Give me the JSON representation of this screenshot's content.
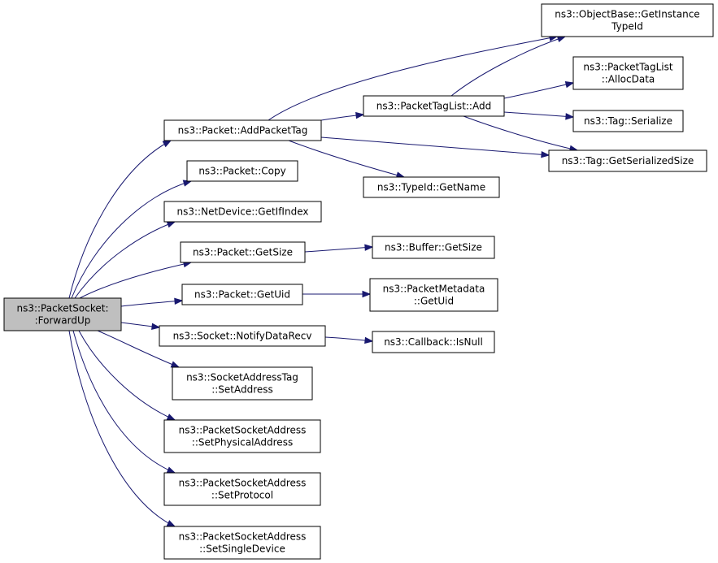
{
  "root": {
    "lines": [
      "ns3::PacketSocket:",
      ":ForwardUp"
    ]
  },
  "callees": [
    {
      "lines": [
        "ns3::Packet::AddPacketTag"
      ]
    },
    {
      "lines": [
        "ns3::Packet::Copy"
      ]
    },
    {
      "lines": [
        "ns3::NetDevice::GetIfIndex"
      ]
    },
    {
      "lines": [
        "ns3::Packet::GetSize"
      ]
    },
    {
      "lines": [
        "ns3::Packet::GetUid"
      ]
    },
    {
      "lines": [
        "ns3::Socket::NotifyDataRecv"
      ]
    },
    {
      "lines": [
        "ns3::SocketAddressTag",
        "::SetAddress"
      ]
    },
    {
      "lines": [
        "ns3::PacketSocketAddress",
        "::SetPhysicalAddress"
      ]
    },
    {
      "lines": [
        "ns3::PacketSocketAddress",
        "::SetProtocol"
      ]
    },
    {
      "lines": [
        "ns3::PacketSocketAddress",
        "::SetSingleDevice"
      ]
    }
  ],
  "level2": [
    {
      "lines": [
        "ns3::PacketTagList::Add"
      ]
    },
    {
      "lines": [
        "ns3::TypeId::GetName"
      ]
    },
    {
      "lines": [
        "ns3::Buffer::GetSize"
      ]
    },
    {
      "lines": [
        "ns3::PacketMetadata",
        "::GetUid"
      ]
    },
    {
      "lines": [
        "ns3::Callback::IsNull"
      ]
    }
  ],
  "level3": [
    {
      "lines": [
        "ns3::ObjectBase::GetInstance",
        "TypeId"
      ]
    },
    {
      "lines": [
        "ns3::PacketTagList",
        "::AllocData"
      ]
    },
    {
      "lines": [
        "ns3::Tag::Serialize"
      ]
    },
    {
      "lines": [
        "ns3::Tag::GetSerializedSize"
      ]
    }
  ]
}
